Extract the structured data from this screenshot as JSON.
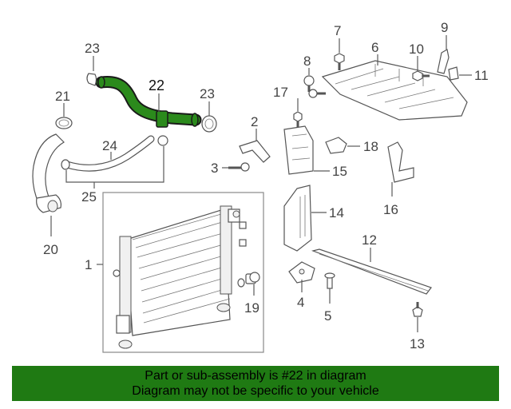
{
  "callouts": {
    "n1": "1",
    "n2": "2",
    "n3": "3",
    "n4": "4",
    "n5": "5",
    "n6": "6",
    "n7": "7",
    "n8": "8",
    "n9": "9",
    "n10": "10",
    "n11": "11",
    "n12": "12",
    "n13": "13",
    "n14": "14",
    "n15": "15",
    "n16": "16",
    "n17": "17",
    "n18": "18",
    "n19": "19",
    "n20": "20",
    "n21": "21",
    "n22": "22",
    "n23a": "23",
    "n23b": "23",
    "n24": "24",
    "n25": "25"
  },
  "highlight": {
    "part_number": "22",
    "color": "#1f7a13"
  },
  "banner": {
    "line1": "Part or sub-assembly is #22 in diagram",
    "line2": "Diagram may not be specific to your vehicle",
    "background": "#1f7a13"
  }
}
